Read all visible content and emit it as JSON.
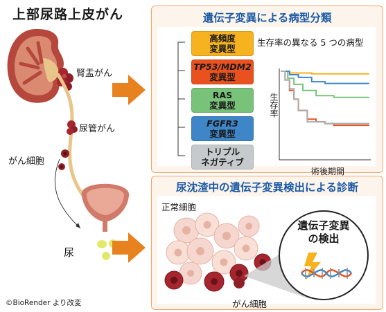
{
  "left": {
    "title": "上部尿路上皮がん",
    "label_renal_pelvis": "腎盂がん",
    "label_ureter": "尿管がん",
    "label_cancer_cell": "がん細胞",
    "label_urine": "尿"
  },
  "top_panel": {
    "title": "遺伝子変異による病型分類",
    "chart_title": "生存率の異なる 5 つの病型",
    "ylabel": "生存率",
    "xlabel": "術後期間",
    "subtypes": [
      {
        "line1": "高頻度",
        "line2": "変異型",
        "color": "#f6b21f"
      },
      {
        "line1": "TP53/MDM2",
        "line2": "変異型",
        "color": "#e9521f"
      },
      {
        "line1": "RAS",
        "line2": "変異型",
        "color": "#78c27a"
      },
      {
        "line1": "FGFR3",
        "line2": "変異型",
        "color": "#3f86c9"
      },
      {
        "line1": "トリプル",
        "line2": "ネガティブ",
        "color": "#c7cacc"
      }
    ]
  },
  "bottom_panel": {
    "title": "尿沈渣中の遺伝子変異検出による診断",
    "label_normal_cells": "正常細胞",
    "label_cancer_cells": "がん細胞",
    "zoom_text_line1": "遺伝子変異",
    "zoom_text_line2": "の検出"
  },
  "credit": "©BioRender より改変",
  "chart_data": {
    "type": "line",
    "title": "生存率の異なる 5 つの病型",
    "xlabel": "術後期間",
    "ylabel": "生存率",
    "ylim": [
      0,
      1
    ],
    "series": [
      {
        "name": "高頻度 変異型",
        "color": "#f6b21f",
        "x": [
          0,
          0.1,
          0.35,
          1.0
        ],
        "y": [
          1.0,
          0.98,
          0.97,
          0.97
        ]
      },
      {
        "name": "TP53/MDM2 変異型",
        "color": "#e9521f",
        "x": [
          0,
          0.05,
          0.1,
          0.15,
          0.2,
          0.3,
          0.4,
          0.5,
          0.6,
          1.0
        ],
        "y": [
          1.0,
          0.9,
          0.78,
          0.68,
          0.55,
          0.45,
          0.42,
          0.4,
          0.38,
          0.38
        ]
      },
      {
        "name": "RAS 変異型",
        "color": "#78c27a",
        "x": [
          0,
          0.08,
          0.15,
          0.25,
          0.4,
          0.6,
          1.0
        ],
        "y": [
          1.0,
          0.92,
          0.85,
          0.78,
          0.72,
          0.7,
          0.7
        ]
      },
      {
        "name": "FGFR3 変異型",
        "color": "#3f86c9",
        "x": [
          0,
          0.1,
          0.2,
          0.35,
          0.5,
          0.7,
          1.0
        ],
        "y": [
          1.0,
          0.96,
          0.93,
          0.88,
          0.86,
          0.86,
          0.86
        ]
      },
      {
        "name": "トリプル ネガティブ",
        "color": "#a9acae",
        "x": [
          0,
          0.05,
          0.1,
          0.15,
          0.2,
          0.3,
          0.5,
          1.0
        ],
        "y": [
          1.0,
          0.9,
          0.8,
          0.68,
          0.55,
          0.42,
          0.4,
          0.4
        ]
      }
    ]
  }
}
